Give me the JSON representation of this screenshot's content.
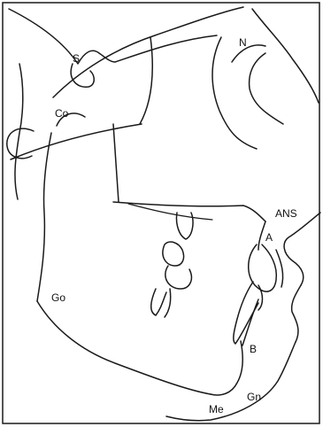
{
  "figure": {
    "frame_color": "#1a1a1a",
    "background": "#ffffff",
    "landmarks": [
      {
        "id": "S",
        "label": "S"
      },
      {
        "id": "N",
        "label": "N"
      },
      {
        "id": "Co",
        "label": "Co"
      },
      {
        "id": "ANS",
        "label": "ANS"
      },
      {
        "id": "A",
        "label": "A"
      },
      {
        "id": "Go",
        "label": "Go"
      },
      {
        "id": "B",
        "label": "B"
      },
      {
        "id": "Gn",
        "label": "Gn"
      },
      {
        "id": "Me",
        "label": "Me"
      }
    ]
  }
}
